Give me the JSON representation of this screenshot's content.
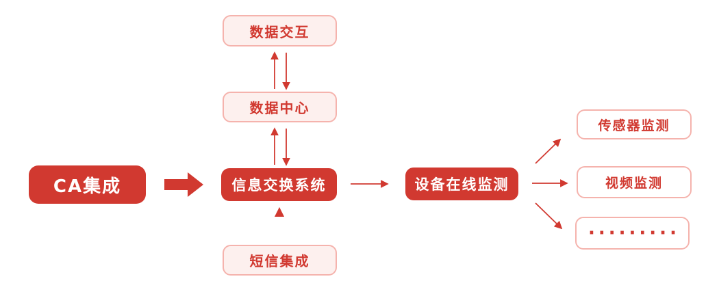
{
  "diagram": {
    "title": "system-integration-flow",
    "nodes": {
      "ca": {
        "label": "CA集成",
        "type": "solid"
      },
      "data_interaction": {
        "label": "数据交互",
        "type": "light"
      },
      "data_center": {
        "label": "数据中心",
        "type": "light"
      },
      "exchange": {
        "label": "信息交换系统",
        "type": "solid"
      },
      "sms": {
        "label": "短信集成",
        "type": "light"
      },
      "device_monitor": {
        "label": "设备在线监测",
        "type": "solid"
      },
      "sensor": {
        "label": "传感器监测",
        "type": "white"
      },
      "video": {
        "label": "视频监测",
        "type": "white"
      },
      "more": {
        "label": "·········",
        "type": "white"
      }
    },
    "connections": [
      {
        "from": "ca",
        "to": "exchange",
        "style": "block-arrow",
        "direction": "right"
      },
      {
        "from": "data_interaction",
        "to": "data_center",
        "style": "paired-arrows",
        "direction": "bidirectional"
      },
      {
        "from": "data_center",
        "to": "exchange",
        "style": "paired-arrows",
        "direction": "bidirectional"
      },
      {
        "from": "sms",
        "to": "exchange",
        "style": "gradient-arrow",
        "direction": "up"
      },
      {
        "from": "exchange",
        "to": "device_monitor",
        "style": "thin-arrow",
        "direction": "right"
      },
      {
        "from": "device_monitor",
        "to": "sensor",
        "style": "thin-arrow",
        "direction": "up-right"
      },
      {
        "from": "device_monitor",
        "to": "video",
        "style": "thin-arrow",
        "direction": "right"
      },
      {
        "from": "device_monitor",
        "to": "more",
        "style": "thin-arrow",
        "direction": "down-right"
      }
    ]
  },
  "colors": {
    "red": "#d13930",
    "light_fill": "#fdf0ee",
    "pink_border": "#f5b3ad",
    "white_fill": "#ffffff",
    "arrow": "#d13930",
    "text_on_solid": "#ffffff"
  }
}
